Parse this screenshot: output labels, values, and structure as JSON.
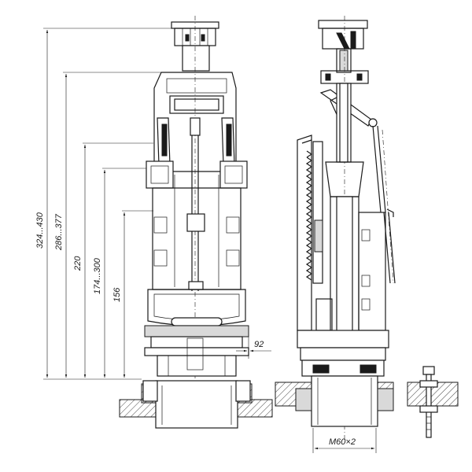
{
  "dimensions": {
    "height_total": "324...430",
    "height_overflow": "286...377",
    "height_220": "220",
    "height_174": "174...300",
    "height_156": "156",
    "width_92": "92",
    "thread": "M60×2"
  },
  "colors": {
    "line": "#1a1a1a",
    "background": "#ffffff",
    "shade": "#d9d9d9"
  }
}
